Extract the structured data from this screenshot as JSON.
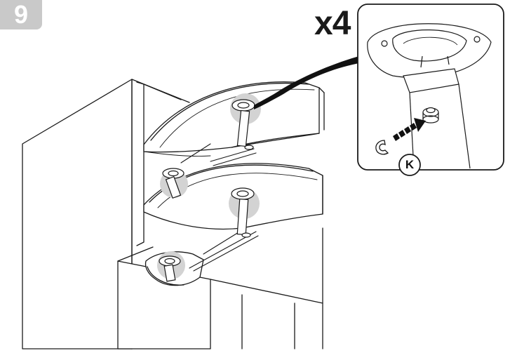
{
  "step": {
    "number": "9"
  },
  "callout": {
    "quantity": "x4",
    "part_label": "K"
  },
  "colors": {
    "line": "#1a1a1a",
    "badge": "#c9c9c9",
    "highlight": "#d3d3d3",
    "arrow": "#111111"
  },
  "icons": [
    "step-number-badge",
    "zoom-detail-callout",
    "insert-direction-arrow",
    "e-clip-icon"
  ]
}
